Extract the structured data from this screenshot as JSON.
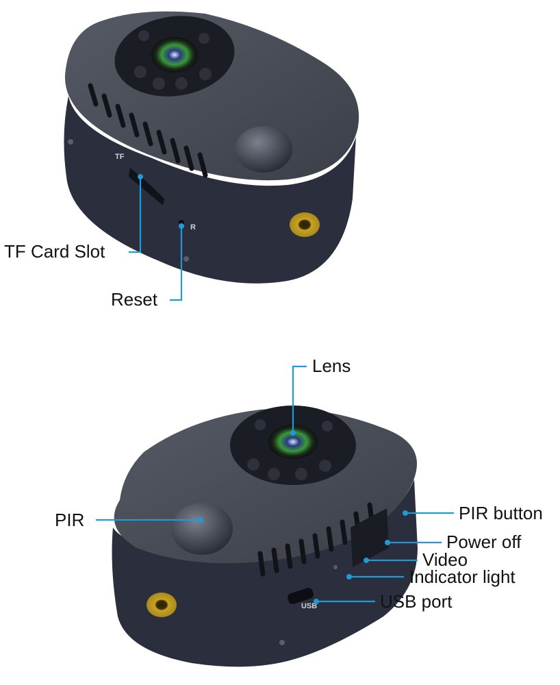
{
  "labels": {
    "tf_card_slot": "TF Card Slot",
    "reset": "Reset",
    "lens": "Lens",
    "pir": "PIR",
    "pir_button": "PIR button",
    "power_off": "Power off",
    "video": "Video",
    "indicator_light": "Indicator light",
    "usb_port": "USB port"
  },
  "device_markings": {
    "tf": "TF",
    "r": "R",
    "usb": "USB"
  },
  "colors": {
    "callout": "#1e9bd7",
    "body": "#2b2f3d",
    "top": "#474b55",
    "screw_ring": "#c9a227"
  }
}
